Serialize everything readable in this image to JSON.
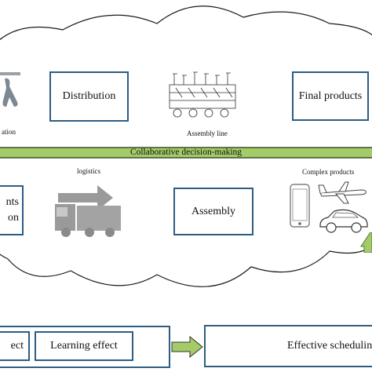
{
  "nodes": {
    "distribution": "Distribution",
    "final_products": "Final products",
    "assembly": "Assembly",
    "partial_left_line1": "nts",
    "partial_left_line2": "on",
    "learning_effect": "Learning effect",
    "effective_scheduling": "Effective scheduling",
    "partial_bottom_left": "ect"
  },
  "labels": {
    "top_left_caption": "ation",
    "assembly_line": "Assembly line",
    "logistics": "logistics",
    "complex_products": "Complex products"
  },
  "band": {
    "label": "Collaborative decision-making"
  },
  "colors": {
    "box_border": "#2e5d84",
    "band_fill": "#a4cb68",
    "arrow_fill": "#a4cb68",
    "icon_gray": "#9a9a9a"
  },
  "icons": [
    "hand-pointer-icon",
    "assembly-line-icon",
    "truck-arrow-icon",
    "smartphone-icon",
    "airplane-icon",
    "car-icon"
  ]
}
